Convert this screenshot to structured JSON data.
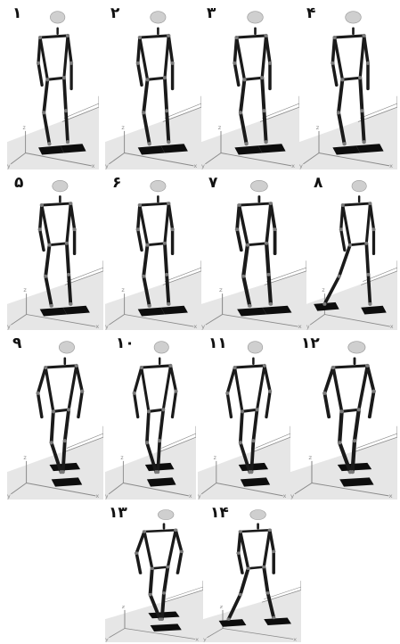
{
  "figure": {
    "background": "#ffffff",
    "colors": {
      "robot": "#1a1a1a",
      "joint": "#7a7a7a",
      "head": "#cfcfcf",
      "floor": "#e6e6e6",
      "axes": "#8a8a8a",
      "foot": "#0d0d0d"
    },
    "frames": [
      {
        "label": "۱",
        "pose": "double-support"
      },
      {
        "label": "۲",
        "pose": "double-support"
      },
      {
        "label": "۳",
        "pose": "double-support"
      },
      {
        "label": "۴",
        "pose": "double-support"
      },
      {
        "label": "۵",
        "pose": "double-support"
      },
      {
        "label": "۶",
        "pose": "double-support"
      },
      {
        "label": "۷",
        "pose": "double-support"
      },
      {
        "label": "۸",
        "pose": "heel-lift"
      },
      {
        "label": "۹",
        "pose": "single-support"
      },
      {
        "label": "۱۰",
        "pose": "single-support"
      },
      {
        "label": "۱۱",
        "pose": "single-support"
      },
      {
        "label": "۱۲",
        "pose": "single-support"
      },
      {
        "label": "۱۳",
        "pose": "single-support"
      },
      {
        "label": "۱۴",
        "pose": "step-down"
      }
    ],
    "axis_labels": {
      "x": "x",
      "y": "y",
      "z": "z"
    }
  }
}
